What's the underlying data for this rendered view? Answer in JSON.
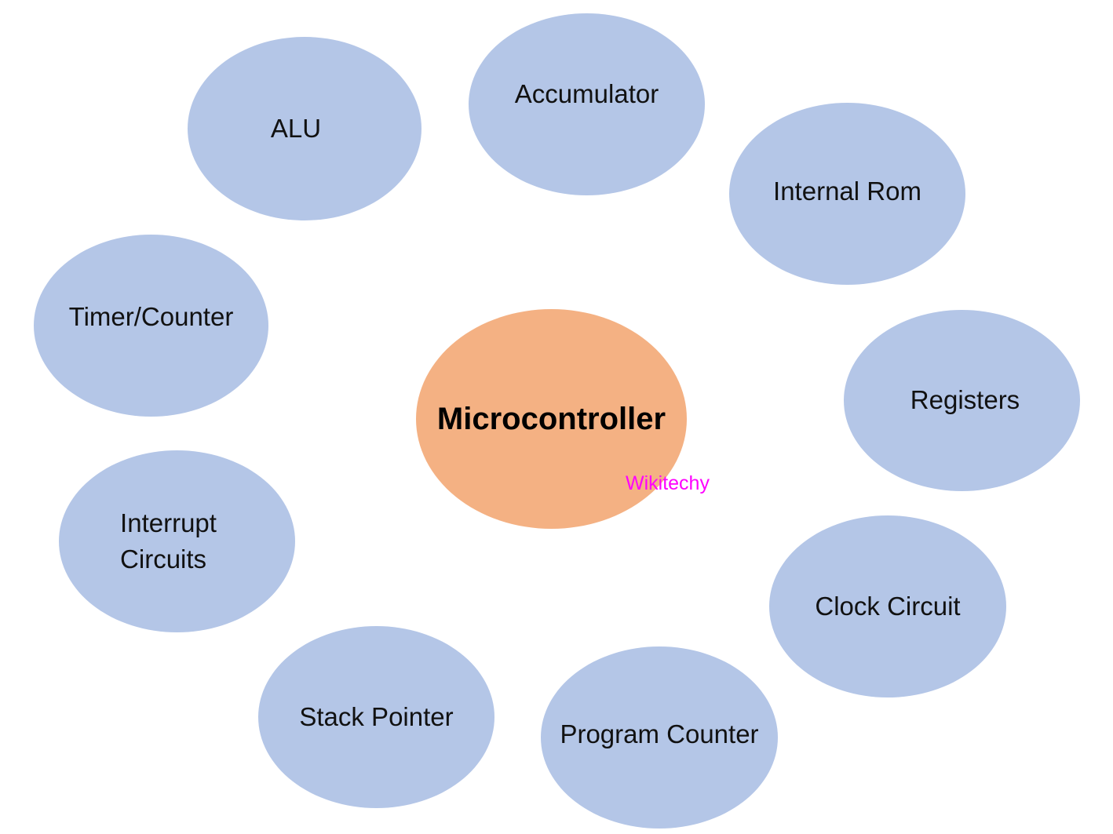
{
  "diagram": {
    "center": {
      "label": "Microcontroller",
      "color": "#f4b183"
    },
    "node_color": "#b4c6e7",
    "nodes": [
      {
        "label": "ALU"
      },
      {
        "label": "Accumulator"
      },
      {
        "label": "Internal Rom"
      },
      {
        "label": "Timer/Counter"
      },
      {
        "label": "Registers"
      },
      {
        "label": "Interrupt\nCircuits"
      },
      {
        "label": "Clock Circuit"
      },
      {
        "label": "Stack Pointer"
      },
      {
        "label": "Program Counter"
      }
    ],
    "watermark": "Wikitechy",
    "watermark_color": "#ff00ff"
  }
}
